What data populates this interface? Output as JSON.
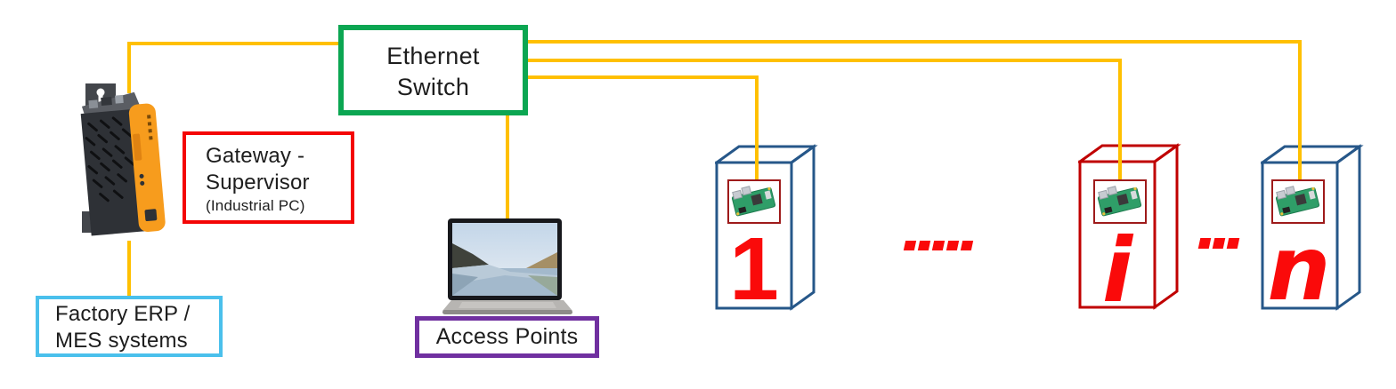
{
  "colors": {
    "wire": "#FFC000",
    "switch_border": "#0BA652",
    "gateway_border": "#F40505",
    "factory_border": "#4AC0EC",
    "access_border": "#7030A0",
    "tower_blue": "#265789",
    "tower_red": "#C00000",
    "pi_border": "#9E1A1A",
    "glyph_red": "#FA0A0A",
    "text": "#1D1D1D",
    "pc_orange": "#F79C1D",
    "pcb_green": "#2F9E68"
  },
  "labels": {
    "ethernet_switch": {
      "line1": "Ethernet",
      "line2": "Switch"
    },
    "gateway": {
      "line1": "Gateway -",
      "line2": "Supervisor",
      "line3": "(Industrial PC)"
    },
    "factory": {
      "line1": "Factory ERP /",
      "line2": "MES systems"
    },
    "access_points": {
      "label": "Access Points"
    }
  },
  "machines": {
    "first": {
      "index": "1"
    },
    "middle": {
      "index": "i"
    },
    "last": {
      "index": "n"
    }
  },
  "separators": {
    "between_1_and_i": {
      "dash_count": 5
    },
    "between_i_and_n": {
      "dash_count": 3
    }
  },
  "images": {
    "industrial_pc": "industrial-pc-photo",
    "laptop": "surface-laptop-photo",
    "raspberry_pi": "raspberry-pi-board-photo"
  }
}
